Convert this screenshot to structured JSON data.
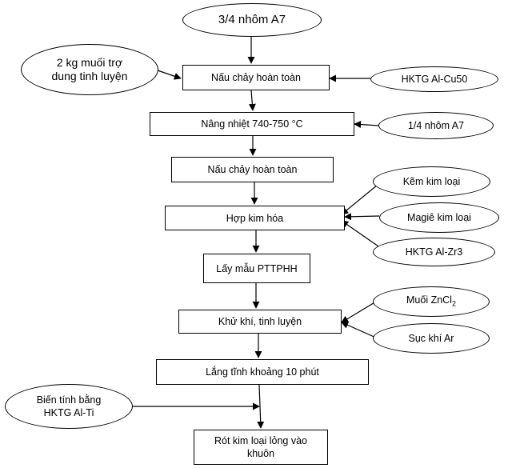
{
  "flow": {
    "start": "3/4 nhôm A7",
    "melt_full_1": "Nấu chảy hoàn toàn",
    "raise_temp": "Nâng nhiệt 740-750 °C",
    "melt_full_2": "Nấu chảy hoàn toàn",
    "alloying": "Hợp kim hóa",
    "sampling": "Lấy mẫu PTTPHH",
    "degas_refine": "Khử khí, tinh luyện",
    "settle": "Lắng tĩnh khoảng 10 phút",
    "pour": "Rót kim loại lỏng vào\nkhuôn"
  },
  "inputs": {
    "flux": "2 kg muối trợ\ndung tinh luyện",
    "master_cu": "HKTG Al-Cu50",
    "quarter_al": "1/4 nhôm A7",
    "zinc": "Kẽm kim loại",
    "magnesium": "Magiê kim loại",
    "master_zr": "HKTG Al-Zr3",
    "zncl2_prefix": "Muối ZnCl",
    "zncl2_sub": "2",
    "argon": "Sục khí Ar",
    "modifier": "Biến tính bằng\nHKTG Al-Ti"
  }
}
